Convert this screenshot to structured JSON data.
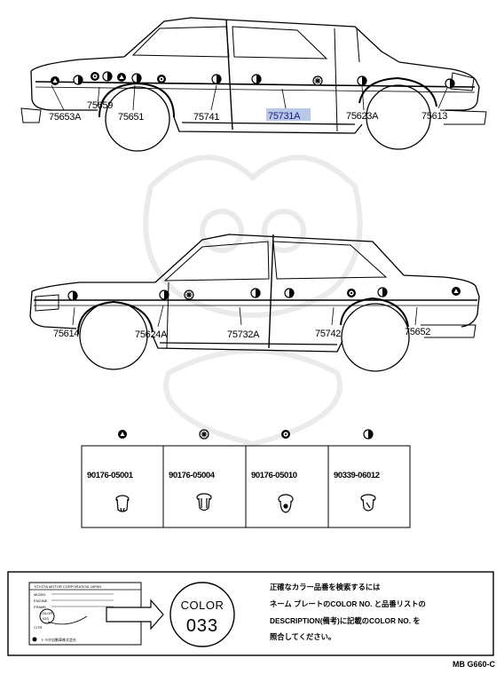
{
  "top_view": {
    "callouts": [
      "75653A",
      "75659",
      "75651",
      "75741",
      "75731A",
      "75623A",
      "75613"
    ],
    "highlighted": "75731A",
    "highlight_color": "#b8c8e6"
  },
  "bottom_view": {
    "callouts": [
      "75614",
      "75624A",
      "75732A",
      "75742",
      "75652"
    ]
  },
  "clips": [
    {
      "icon": "clip-triangle-icon",
      "part_number": "90176-05001"
    },
    {
      "icon": "clip-star-icon",
      "part_number": "90176-05004"
    },
    {
      "icon": "clip-gear-icon",
      "part_number": "90176-05010"
    },
    {
      "icon": "clip-half-circle-icon",
      "part_number": "90339-06012"
    }
  ],
  "color_note": {
    "plate_header": "TOYOTA MOTOR CORPORATION JAPAN",
    "plate_lines": [
      "MODEL",
      "ENGINE",
      "FRAME",
      "C/TR"
    ],
    "plate_color": "COLOR",
    "plate_code": "033",
    "plate_footer": "トヨタ自動車株式会社",
    "badge_word": "COLOR",
    "badge_code": "033",
    "note_lines": [
      "正確なカラー品番を検索するには",
      "ネーム プレートのCOLOR NO. と品番リストの",
      "DESCRIPTION(備考)に記載のCOLOR NO. を",
      "照合してください。"
    ]
  },
  "reference": "MB G660-C"
}
